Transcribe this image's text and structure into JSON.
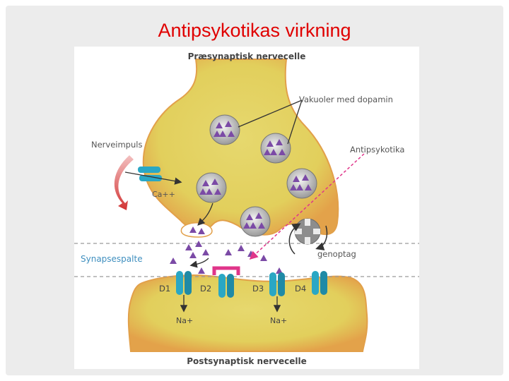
{
  "slide": {
    "title": "Antipsykotikas virkning"
  },
  "diagram": {
    "labels": {
      "presynaptic": "Præsynaptisk nervecelle",
      "vacuoles": "Vakuoler med dopamin",
      "nerve_impulse": "Nerveimpuls",
      "antipsychotic": "Antipsykotika",
      "calcium": "Ca++",
      "synaptic_cleft": "Synapsespalte",
      "reuptake": "genoptag",
      "receptors": [
        "D1",
        "D2",
        "D3",
        "D4"
      ],
      "sodium": [
        "Na+",
        "Na+"
      ],
      "postsynaptic": "Postsynaptisk nervecelle"
    },
    "colors": {
      "cell_fill": "#e2d063",
      "cell_edge": "#e09a3a",
      "dopamine": "#7b4aa6",
      "receptor": "#2aa7c4",
      "antipsychotic_drug": "#e0358a",
      "arrow_red": "#d23434",
      "label_text": "#555555",
      "cleft_text": "#3f8fbf"
    }
  }
}
